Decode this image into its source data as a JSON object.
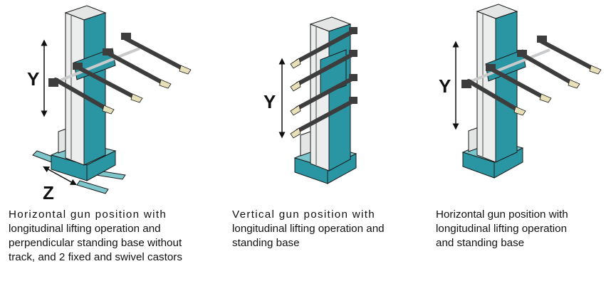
{
  "panels": [
    {
      "axis_labels": [
        "Y",
        "Z"
      ],
      "caption_lines": [
        "Horizontal gun position with",
        "longitudinal lifting operation and",
        "perpendicular standing base without",
        "track, and 2 fixed and swivel castors"
      ]
    },
    {
      "axis_labels": [
        "Y"
      ],
      "caption_lines": [
        "Vertical gun position with",
        "longitudinal lifting operation and",
        "standing base"
      ]
    },
    {
      "axis_labels": [
        "Y"
      ],
      "caption_lines": [
        "Horizontal gun position with",
        "longitudinal lifting operation",
        "and standing base"
      ]
    }
  ],
  "colors": {
    "teal": "#2a96a3",
    "teal_light": "#7cc6cc",
    "column_grey": "#e4e6e6",
    "gun_dark": "#3d3d3d",
    "nozzle": "#e8e0b8",
    "outline": "#1a1a1a"
  }
}
